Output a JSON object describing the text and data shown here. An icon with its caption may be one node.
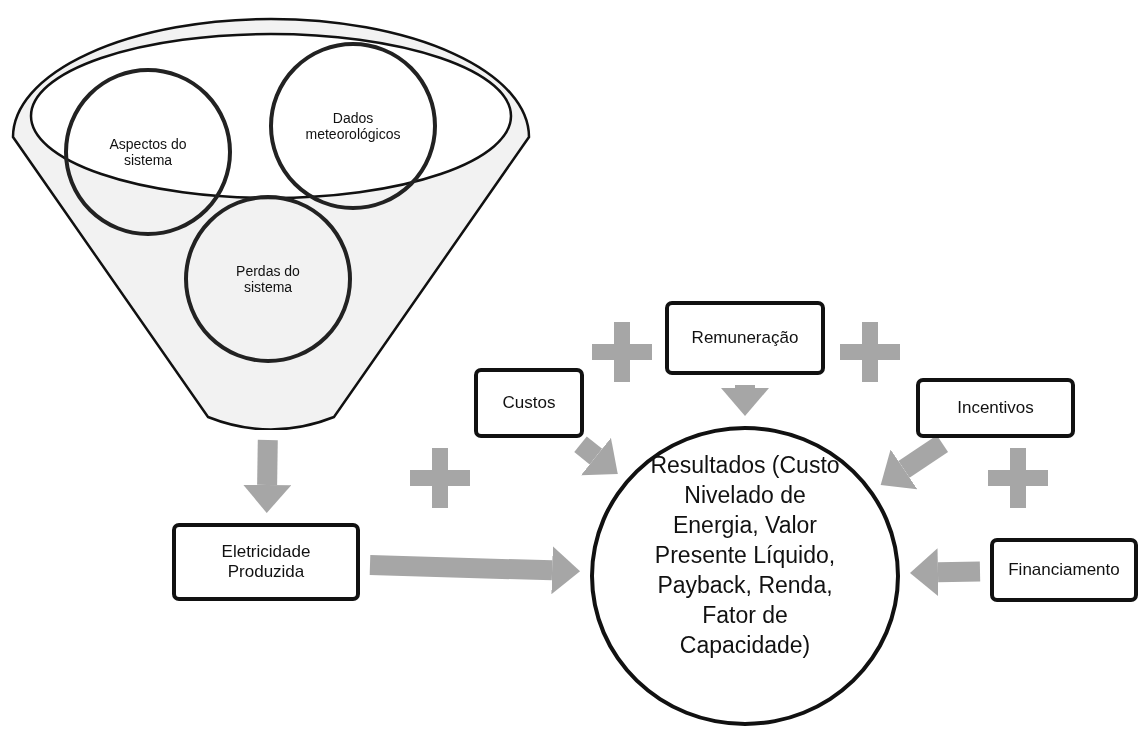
{
  "diagram": {
    "nodes": [
      {
        "text": [],
        "shape": "funnel"
      },
      {
        "text": [
          "Aspectos do sistema"
        ],
        "in": 0
      },
      {
        "text": [
          "Dados meteorológicos"
        ],
        "in": 0
      },
      {
        "text": [
          "Perdas do sistema"
        ],
        "in": 0
      },
      {
        "text": [
          "Remuneração"
        ]
      },
      {
        "text": [
          "Custos"
        ]
      },
      {
        "text": [
          "Incentivos"
        ]
      },
      {
        "text": [
          "Eletricidade Produzida"
        ]
      },
      {
        "text": [
          "Resultados (Custo Nivelado de Energia, Valor Presente Líquido, Payback, Renda, Fator de Capacidade)"
        ]
      },
      {
        "text": [
          "Financiamento"
        ]
      }
    ],
    "edges": [
      {
        "from": 0,
        "to": 7,
        "arrow": "to"
      },
      {
        "from": 7,
        "to": 8,
        "arrow": "to"
      },
      {
        "from": 5,
        "to": 8,
        "arrow": "to"
      },
      {
        "from": 4,
        "to": 8,
        "arrow": "to"
      },
      {
        "from": 6,
        "to": 8,
        "arrow": "to"
      },
      {
        "from": 9,
        "to": 8,
        "arrow": "to"
      }
    ]
  }
}
